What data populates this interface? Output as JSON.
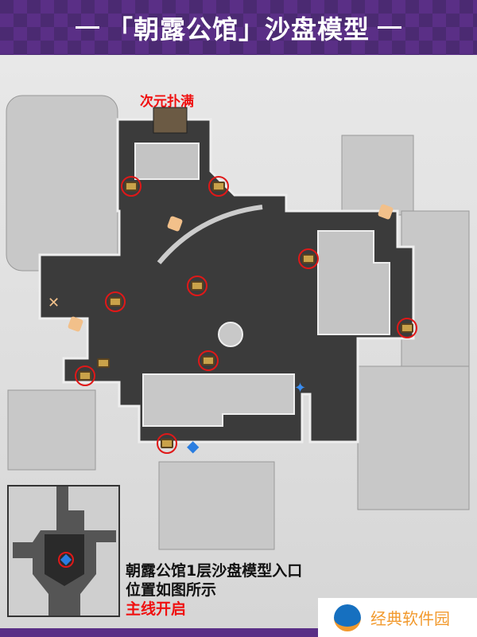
{
  "header": {
    "title": "「朝露公馆」沙盘模型"
  },
  "map": {
    "boss_label": "次元扑满"
  },
  "caption": {
    "line1": "朝露公馆1层沙盘模型入口",
    "line2": "位置如图所示",
    "line3": "主线开启"
  },
  "watermark": {
    "text": "经典软件园"
  },
  "colors": {
    "accent": "#5a2f86",
    "highlight": "#f01010",
    "watermark": "#f29a2e"
  }
}
